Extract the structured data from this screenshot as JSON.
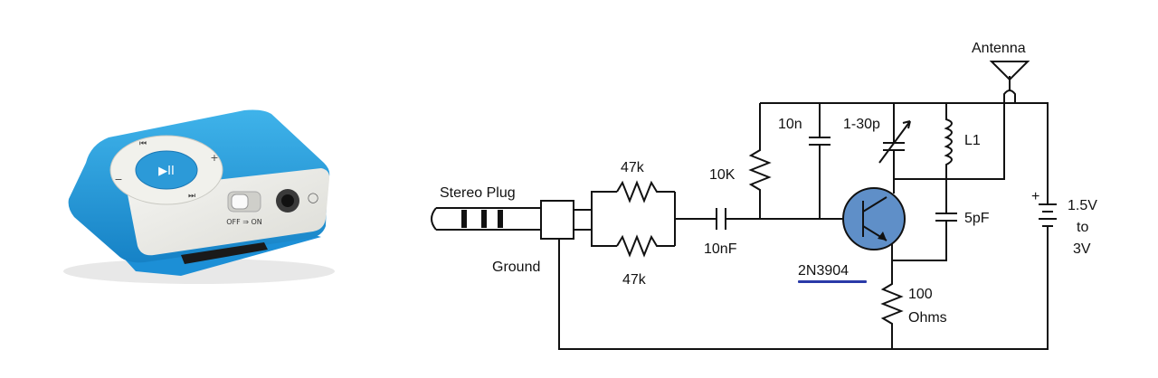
{
  "player": {
    "switch_text": "OFF ⇒ ON",
    "play_pause_glyph": "▶II",
    "prev_glyph": "⏮",
    "next_glyph": "⏭",
    "vol_up": "+",
    "vol_down": "−",
    "headphone_glyph": "◯"
  },
  "schematic": {
    "antenna": "Antenna",
    "stereo_plug": "Stereo Plug",
    "ground": "Ground",
    "r_top": "47k",
    "r_bottom": "47k",
    "cap_input": "10nF",
    "r_bias": "10K",
    "cap_10n": "10n",
    "cap_var": "1-30p",
    "inductor": "L1",
    "cap_5pf": "5pF",
    "transistor": "2N3904",
    "r_emitter_value": "100",
    "r_emitter_unit": "Ohms",
    "battery_v1": "1.5V",
    "battery_to": "to",
    "battery_v2": "3V",
    "battery_plus": "+",
    "underline_color": "#2a3aa8",
    "transistor_fill": "#5f8fc8"
  }
}
